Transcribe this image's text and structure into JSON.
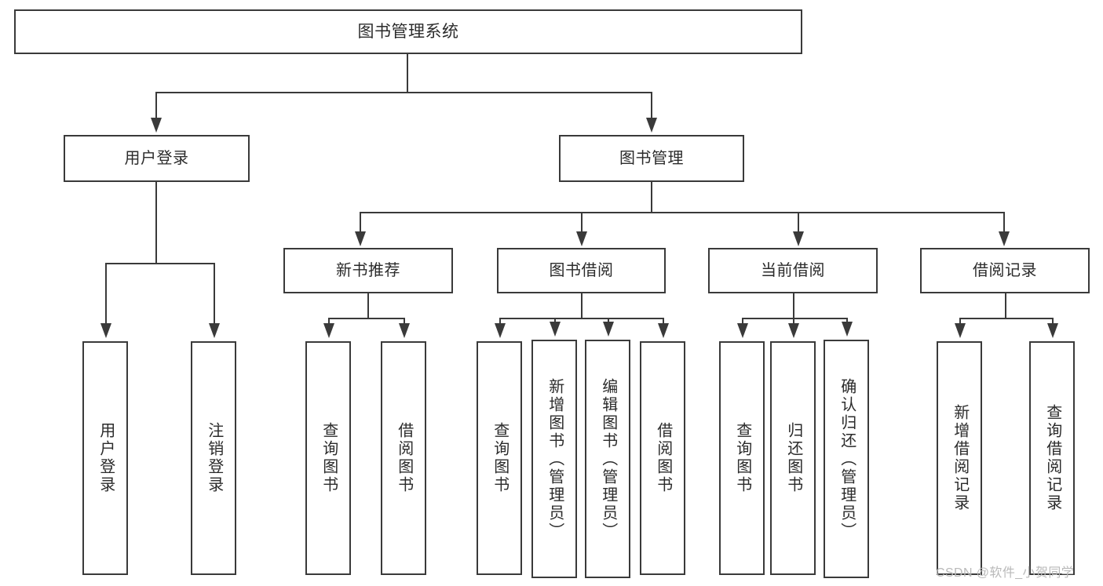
{
  "diagram": {
    "type": "tree-hierarchy-functional-decomposition",
    "root": {
      "label": "图书管理系统"
    },
    "level1": [
      {
        "label": "用户登录"
      },
      {
        "label": "图书管理"
      }
    ],
    "level2": [
      {
        "label": "新书推荐"
      },
      {
        "label": "图书借阅"
      },
      {
        "label": "当前借阅"
      },
      {
        "label": "借阅记录"
      }
    ],
    "leaves": {
      "user_login": [
        {
          "label": "用户登录"
        },
        {
          "label": "注销登录"
        }
      ],
      "new_book_recommend": [
        {
          "label": "查询图书"
        },
        {
          "label": "借阅图书"
        }
      ],
      "book_borrow": [
        {
          "label": "查询图书"
        },
        {
          "label": "新增图书（管理员）"
        },
        {
          "label": "编辑图书（管理员）"
        },
        {
          "label": "借阅图书"
        }
      ],
      "current_borrow": [
        {
          "label": "查询图书"
        },
        {
          "label": "归还图书"
        },
        {
          "label": "确认归还（管理员）"
        }
      ],
      "borrow_record": [
        {
          "label": "新增借阅记录"
        },
        {
          "label": "查询借阅记录"
        }
      ]
    }
  },
  "watermark": {
    "text": "CSDN @软件_小贺同学"
  },
  "colors": {
    "stroke": "#3a3a3a",
    "background": "#ffffff",
    "text": "#2b2b2b",
    "watermark": "#b9b9b9"
  }
}
